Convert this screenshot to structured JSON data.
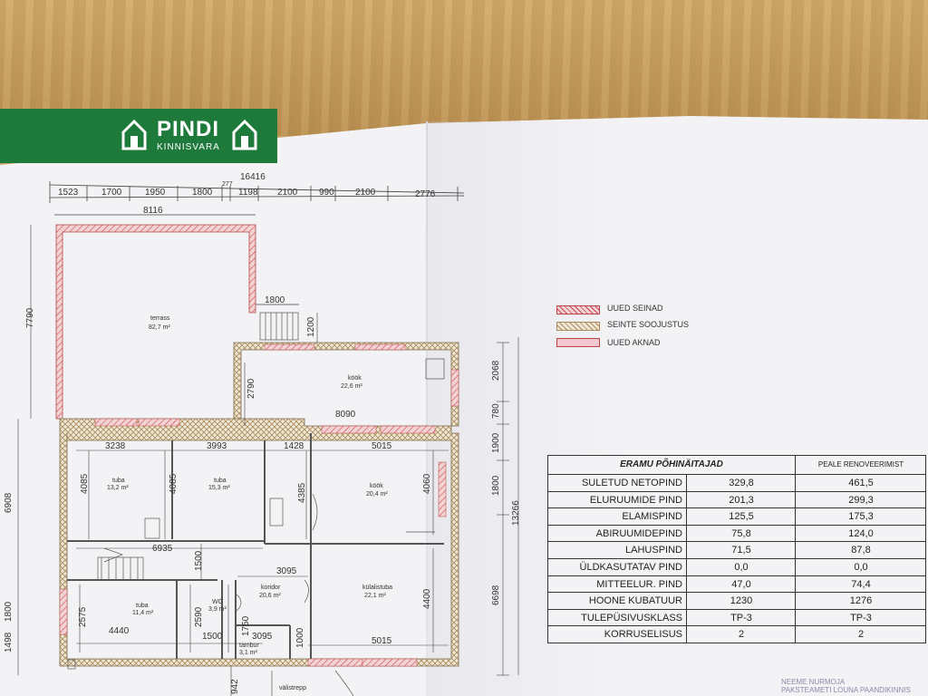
{
  "logo": {
    "name": "PINDI",
    "sub": "KINNISVARA"
  },
  "dimensions_top": {
    "total": "16416",
    "segments": [
      "1523",
      "1700",
      "1950",
      "1800",
      "277",
      "1198",
      "2100",
      "990",
      "2100",
      "2776"
    ],
    "terrace_width": "8116",
    "stair_width": "1800",
    "kitchen_width": "8090",
    "height_7790": "7790",
    "height_1200": "1200",
    "height_2790": "2790"
  },
  "dimensions_interior": {
    "row1": [
      "3238",
      "3993",
      "1428",
      "5015"
    ],
    "tuba1_h": "4085",
    "tuba2_h": "4085",
    "kook_h": "4385",
    "kook2_h": "4060",
    "w6935": "6935",
    "h1500": "1500",
    "w3095": "3095",
    "h2575": "2575",
    "h2590": "2590",
    "h1750": "1750",
    "w4440": "4440",
    "w1500": "1500",
    "w3095b": "3095",
    "w5015b": "5015",
    "h4400": "4400",
    "h1000": "1000",
    "h942": "942"
  },
  "dimensions_right": [
    "2068",
    "780",
    "1900",
    "1800",
    "6698",
    "13266"
  ],
  "dimensions_left": [
    "6908",
    "1800",
    "1498"
  ],
  "rooms": [
    {
      "name": "terrass",
      "area": "82,7 m²"
    },
    {
      "name": "köök",
      "area": "22,6 m²"
    },
    {
      "name": "tuba",
      "area": "13,2 m²"
    },
    {
      "name": "tuba",
      "area": "15,3 m²"
    },
    {
      "name": "köök",
      "area": "20,4 m²"
    },
    {
      "name": "koridor",
      "area": "20,6 m²"
    },
    {
      "name": "külalistuba",
      "area": "22,1 m²"
    },
    {
      "name": "tuba",
      "area": "11,4 m²"
    },
    {
      "name": "WC",
      "area": "3,9 m²"
    },
    {
      "name": "tambur",
      "area": "3,1 m²"
    },
    {
      "name": "välistrepp",
      "area": ""
    }
  ],
  "legend": [
    {
      "label": "UUED SEINAD",
      "color": "#e9b3b3"
    },
    {
      "label": "SEINTE SOOJUSTUS",
      "color": "#d8c8a8"
    },
    {
      "label": "UUED AKNAD",
      "color": "#f2c7d0"
    }
  ],
  "table": {
    "header": [
      "ERAMU PÕHINÄITAJAD",
      "",
      "PEALE RENOVEERIMIST"
    ],
    "rows": [
      [
        "SULETUD NETOPIND",
        "329,8",
        "461,5"
      ],
      [
        "ELURUUMIDE PIND",
        "201,3",
        "299,3"
      ],
      [
        "ELAMISPIND",
        "125,5",
        "175,3"
      ],
      [
        "ABIRUUMIDEPIND",
        "75,8",
        "124,0"
      ],
      [
        "LAHUSPIND",
        "71,5",
        "87,8"
      ],
      [
        "ÜLDKASUTATAV PIND",
        "0,0",
        "0,0"
      ],
      [
        "MITTEELUR. PIND",
        "47,0",
        "74,4"
      ],
      [
        "HOONE KUBATUUR",
        "1230",
        "1276"
      ],
      [
        "TULEPÜSIVUSKLASS",
        "TP-3",
        "TP-3"
      ],
      [
        "KORRUSELISUS",
        "2",
        "2"
      ]
    ]
  },
  "signature": [
    "NEEME NURMOJA",
    "PAKSTEAMETI LOUNA PAANDIKINNIS"
  ],
  "colors": {
    "brand": "#1d7a3a",
    "wall": "#d98b8b",
    "insulation": "#c9a878"
  }
}
